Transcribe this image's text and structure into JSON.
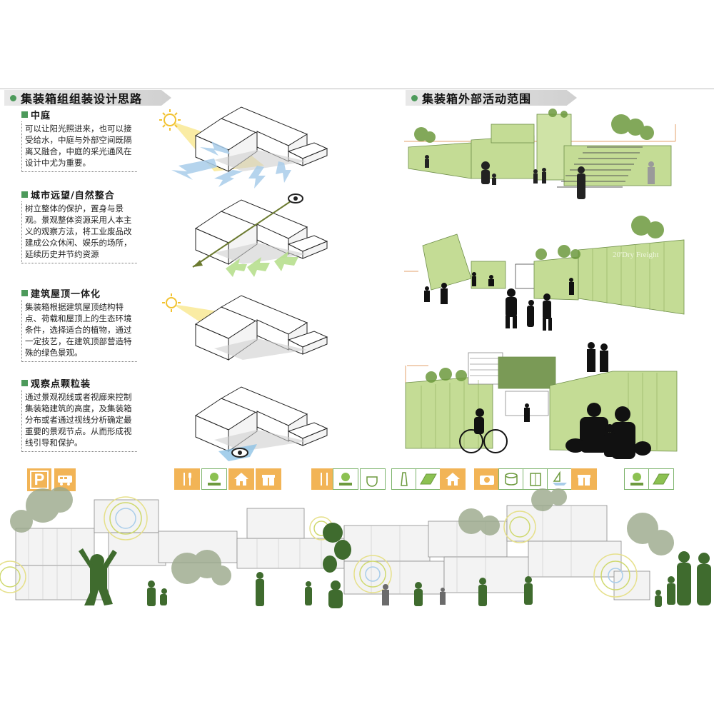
{
  "left_section": {
    "title": "集装箱组组装设计思路",
    "steps": [
      {
        "title": "中庭",
        "text": "可以让阳光照进来，也可以接受给水，中庭与外部空间既隔离又融合，中庭的采光通风在设计中尤为重要。"
      },
      {
        "title": "城市远望/自然整合",
        "text": "树立整体的保护，置身与景观。景观整体资源采用人本主义的观察方法，将工业废品改建成公众休闲、娱乐的场所，延续历史并节约资源"
      },
      {
        "title": "建筑屋顶一体化",
        "text": "集装箱根据建筑屋顶结构特点、荷载和屋顶上的生态环境条件，选择适合的植物，通过一定技艺，在建筑顶部营造特殊的绿色景观。"
      },
      {
        "title": "观察点颗粒装",
        "text": "通过景观视线或者视廊来控制集装箱建筑的高度，及集装箱分布或者通过视线分析确定最重要的景观节点。从而形成视线引导和保护。"
      }
    ]
  },
  "right_section": {
    "title": "集装箱外部活动范围",
    "container_sign": "20'Dry Freight"
  },
  "icons": {
    "group_1": [
      "parking-icon",
      "bus-icon"
    ],
    "group_2": [
      "restaurant-icon",
      "plant-icon",
      "house-icon",
      "gift-icon"
    ],
    "group_3": [
      "restaurant-icon",
      "plant-icon",
      "coffee-icon"
    ],
    "group_4": [
      "lighthouse-icon",
      "lawn-icon",
      "house-icon"
    ],
    "group_5": [
      "camera-icon",
      "drum-icon",
      "building-icon",
      "boat-icon",
      "gift-icon"
    ],
    "group_6": [
      "plant-icon",
      "lawn-icon"
    ]
  },
  "colors": {
    "accent_green": "#4d9a5b",
    "container_green": "#c4dc95",
    "silhouette_green": "#3f6b2e",
    "icon_orange": "#f2b456",
    "sun_yellow": "#f5dd5a",
    "wind_blue": "#a9cdea"
  }
}
